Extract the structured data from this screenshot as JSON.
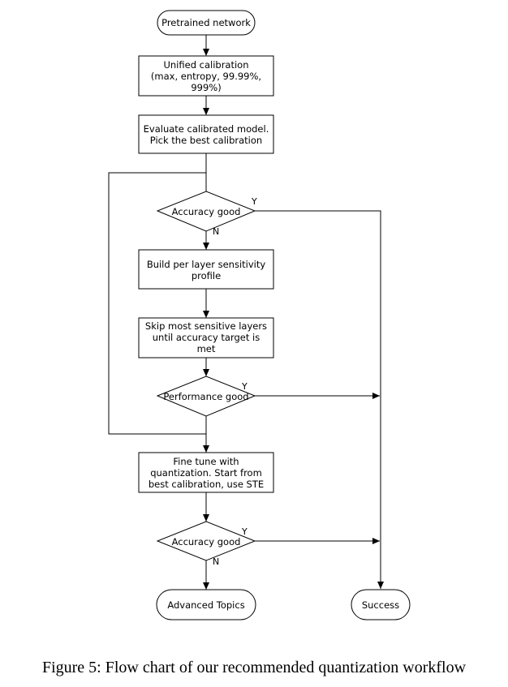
{
  "nodes": {
    "pretrained": [
      "Pretrained network"
    ],
    "unified": [
      "Unified calibration",
      "(max, entropy, 99.99%,",
      "999%)"
    ],
    "evaluate": [
      "Evaluate calibrated model.",
      "Pick the best calibration"
    ],
    "accuracy1": [
      "Accuracy good"
    ],
    "build": [
      "Build per layer sensitivity",
      "profile"
    ],
    "skip": [
      "Skip most sensitive layers",
      "until accuracy target is",
      "met"
    ],
    "performance": [
      "Performance good"
    ],
    "finetune": [
      "Fine tune with",
      "quantization. Start from",
      "best calibration, use STE"
    ],
    "accuracy2": [
      "Accuracy good"
    ],
    "advanced": [
      "Advanced Topics"
    ],
    "success": [
      "Success"
    ]
  },
  "edge_labels": {
    "accuracy1_yes": "Y",
    "accuracy1_no": "N",
    "performance_yes": "Y",
    "accuracy2_yes": "Y",
    "accuracy2_no": "N"
  },
  "caption": "Figure 5: Flow chart of our recommended quantization workflow"
}
